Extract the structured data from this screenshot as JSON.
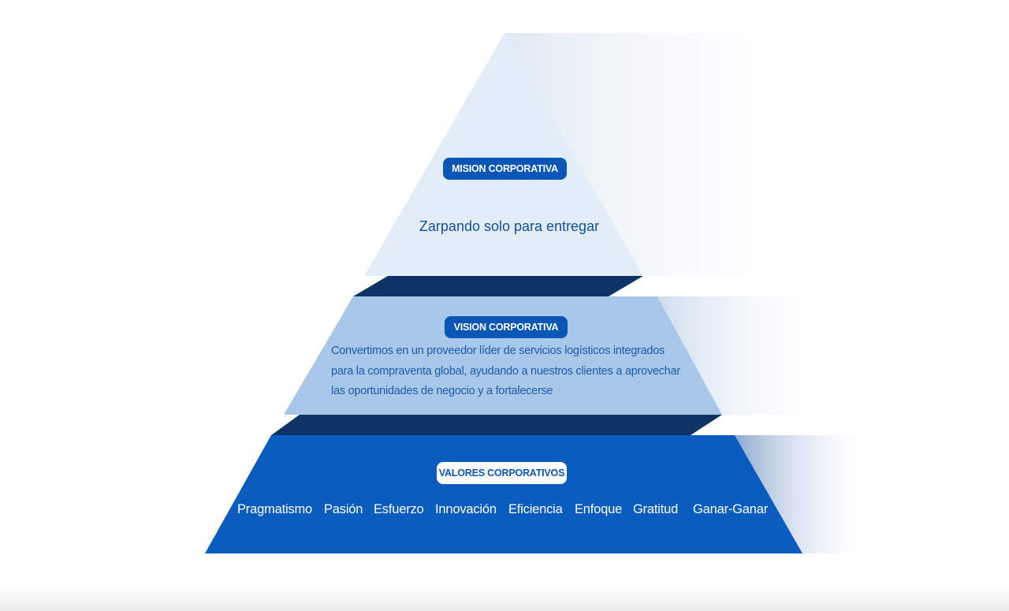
{
  "mission": {
    "label": "MISION CORPORATIVA",
    "text": "Zarpando solo para entregar"
  },
  "vision": {
    "label": "VISION CORPORATIVA",
    "lines": [
      "Convertimos en un proveedor líder de servicios logísticos integrados",
      "para la compraventa global, ayudando a nuestros clientes a aprovechar",
      "las oportunidades de negocio y a fortalecerse"
    ]
  },
  "values": {
    "label": "VALORES CORPORATIVOS",
    "items": [
      "Pragmatismo",
      "Pasión",
      "Esfuerzo",
      "Innovación",
      "Eficiencia",
      "Enfoque",
      "Gratitud",
      "Ganar-Ganar"
    ]
  },
  "colors": {
    "top_tier": "#e2edf8",
    "middle_tier": "#a9c7e8",
    "bottom_tier": "#0a5cbf",
    "band": "#0d3465",
    "label_pill": "#0a57b8"
  }
}
